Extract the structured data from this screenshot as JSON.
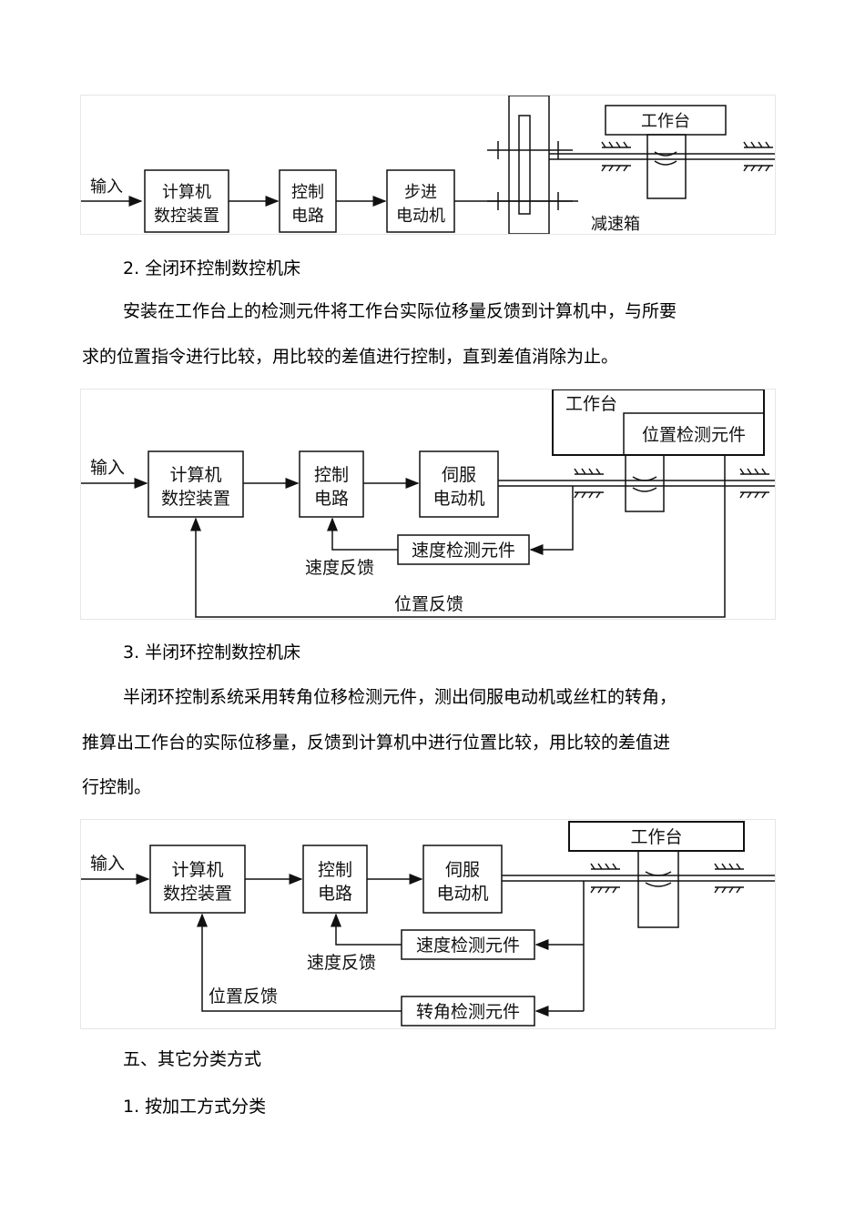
{
  "diagram1": {
    "input": "输入",
    "computer": [
      "计算机",
      "数控装置"
    ],
    "control": [
      "控制",
      "电路"
    ],
    "motor": [
      "步进",
      "电动机"
    ],
    "worktable": "工作台",
    "gearbox": "减速箱"
  },
  "section2": {
    "heading": "2.  全闭环控制数控机床",
    "para": [
      "安装在工作台上的检测元件将工作台实际位移量反馈到计算机中，与所要",
      "求的位置指令进行比较，用比较的差值进行控制，直到差值消除为止。"
    ]
  },
  "diagram2": {
    "input": "输入",
    "computer": [
      "计算机",
      "数控装置"
    ],
    "control": [
      "控制",
      "电路"
    ],
    "motor": [
      "伺服",
      "电动机"
    ],
    "worktable": "工作台",
    "position_sensor": "位置检测元件",
    "speed_sensor": "速度检测元件",
    "speed_feedback": "速度反馈",
    "position_feedback": "位置反馈"
  },
  "section3": {
    "heading": "3.  半闭环控制数控机床",
    "para": [
      "半闭环控制系统采用转角位移检测元件，测出伺服电动机或丝杠的转角，",
      "推算出工作台的实际位移量，反馈到计算机中进行位置比较，用比较的差值进",
      "行控制。"
    ]
  },
  "diagram3": {
    "input": "输入",
    "computer": [
      "计算机",
      "数控装置"
    ],
    "control": [
      "控制",
      "电路"
    ],
    "motor": [
      "伺服",
      "电动机"
    ],
    "worktable": "工作台",
    "speed_sensor": "速度检测元件",
    "speed_feedback": "速度反馈",
    "angle_sensor": "转角检测元件",
    "position_feedback": "位置反馈"
  },
  "section5": {
    "heading": "五、其它分类方式",
    "sub1": "1.  按加工方式分类"
  }
}
